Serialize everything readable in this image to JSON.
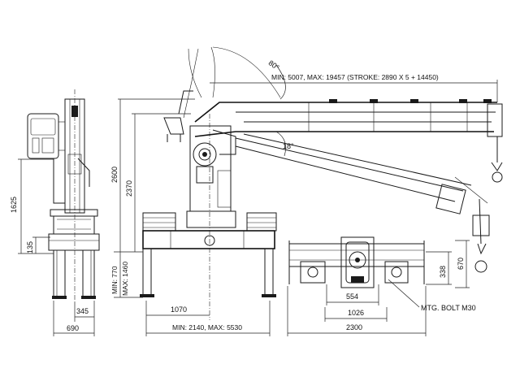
{
  "dimensions": {
    "outreach": "MIN: 5007, MAX: 19457 (STROKE: 2890 X 5 + 14450)",
    "angle_top": "80°",
    "angle_boom": "18°",
    "h_1625": "1625",
    "h_135": "135",
    "w_345": "345",
    "w_690": "690",
    "h_2600": "2600",
    "h_2370": "2370",
    "h_min770": "MIN: 770",
    "h_max1460": "MAX: 1460",
    "w_1070": "1070",
    "outrigger": "MIN: 2140, MAX: 5530",
    "w_554": "554",
    "w_1026": "1026",
    "w_2300": "2300",
    "h_338": "338",
    "h_670": "670",
    "bolt": "MTG. BOLT M30"
  }
}
